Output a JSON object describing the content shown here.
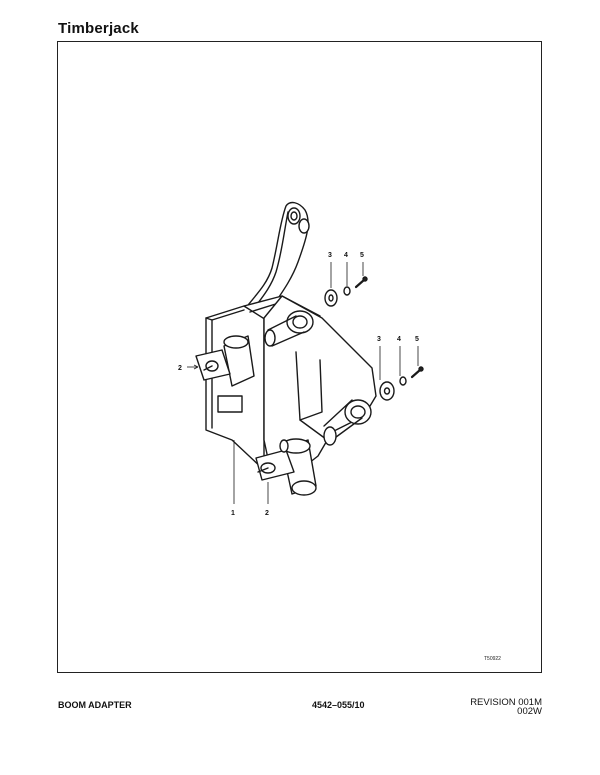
{
  "header": {
    "brand": "Timberjack"
  },
  "figure": {
    "callouts": {
      "c1": "1",
      "c2a": "2",
      "c2b": "2",
      "c3a": "3",
      "c3b": "3",
      "c4a": "4",
      "c4b": "4",
      "c5a": "5",
      "c5b": "5"
    },
    "reference": "T50922"
  },
  "footer": {
    "title": "BOOM ADAPTER",
    "code": "4542–055/10",
    "revision_line1": "REVISION 001M",
    "revision_line2": "002W"
  }
}
